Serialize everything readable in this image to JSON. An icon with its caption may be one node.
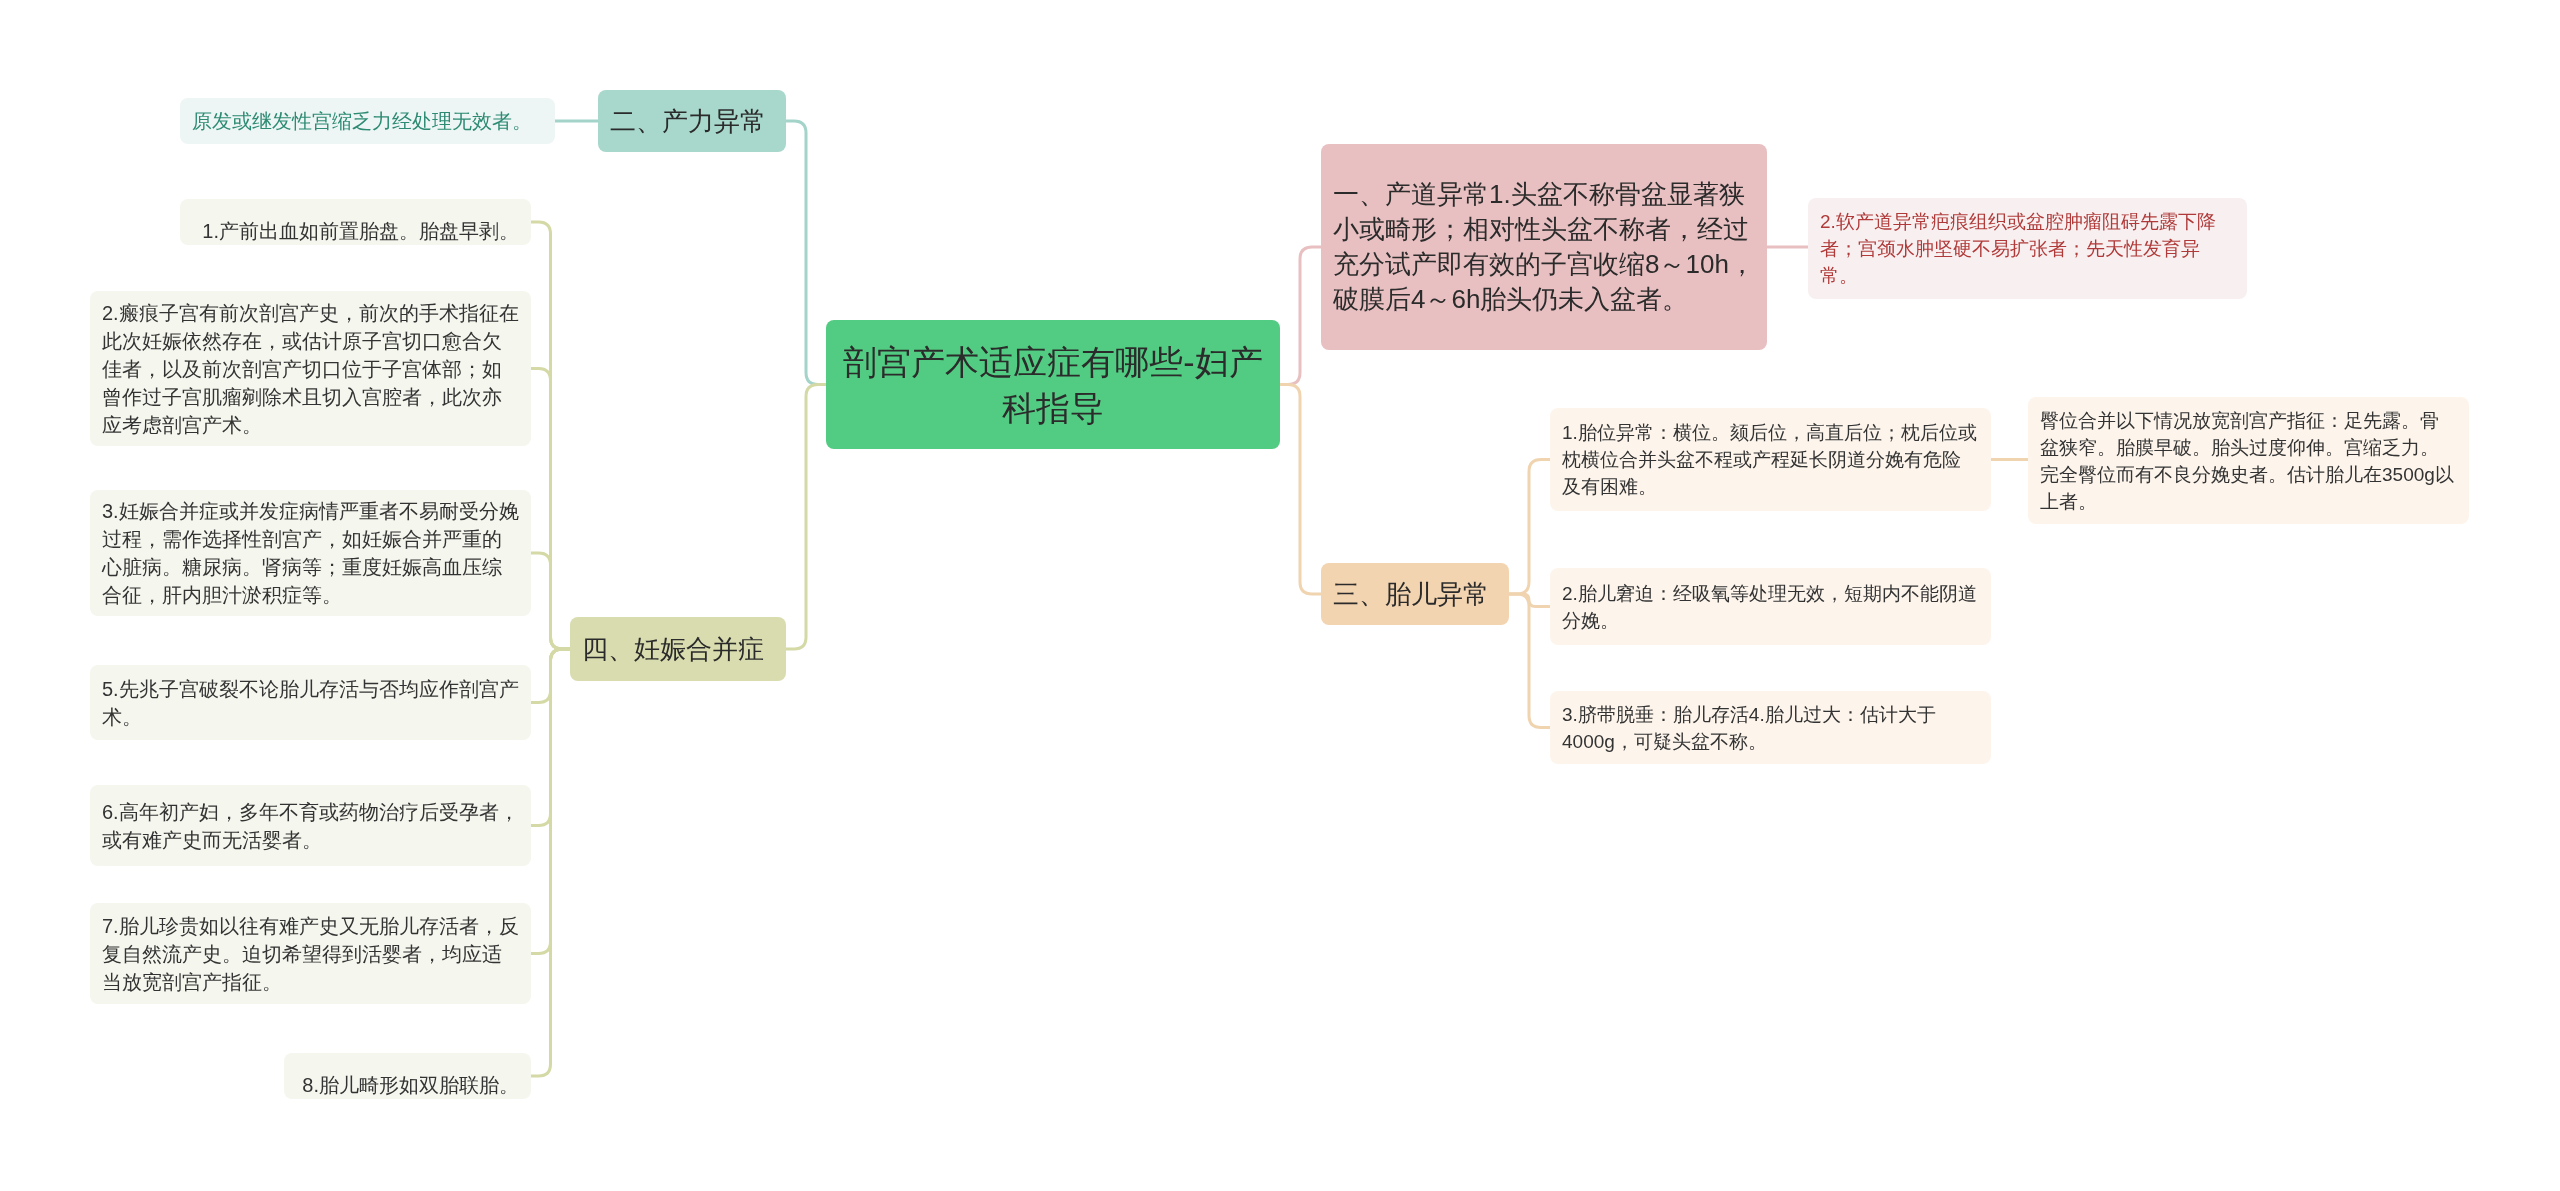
{
  "diagram": {
    "nodes": [
      {
        "text": [
          "剖宫产术适应症有哪些-妇产科指导"
        ]
      },
      {
        "text": [
          "二、产力异常"
        ]
      },
      {
        "text": [
          "原发或继发性宫缩乏力经处理无效者。"
        ]
      },
      {
        "text": [
          "四、妊娠合并症"
        ]
      },
      {
        "text": [
          "1.产前出血如前置胎盘。胎盘早剥。"
        ]
      },
      {
        "text": [
          "2.瘢痕子宫有前次剖宫产史，前次的手术指征在此次妊娠依然存在，或估计原子宫切口愈合欠佳者，以及前次剖宫产切口位于子宫体部；如曾作过子宫肌瘤剜除术且切入宫腔者，此次亦应考虑剖宫产术。"
        ]
      },
      {
        "text": [
          "3.妊娠合并症或并发症病情严重者不易耐受分娩过程，需作选择性剖宫产，如妊娠合并严重的心脏病。糖尿病。肾病等；重度妊娠高血压综合征，肝内胆汁淤积症等。"
        ]
      },
      {
        "text": [
          "5.先兆子宫破裂不论胎儿存活与否均应作剖宫产术。"
        ]
      },
      {
        "text": [
          "6.高年初产妇，多年不育或药物治疗后受孕者，或有难产史而无活婴者。"
        ]
      },
      {
        "text": [
          "7.胎儿珍贵如以往有难产史又无胎儿存活者，反复自然流产史。迫切希望得到活婴者，均应适当放宽剖宫产指征。"
        ]
      },
      {
        "text": [
          "8.胎儿畸形如双胎联胎。"
        ]
      },
      {
        "text": [
          "一、产道异常1.头盆不称骨盆显著狭小或畸形；相对性头盆不称者，经过充分试产即有效的子宫收缩8～10h，破膜后4～6h胎头仍未入盆者。"
        ]
      },
      {
        "text": [
          "2.软产道异常疤痕组织或盆腔肿瘤阻碍先露下降者；宫颈水肿坚硬不易扩张者；先天性发育异常。"
        ]
      },
      {
        "text": [
          "三、胎儿异常"
        ]
      },
      {
        "text": [
          "1.胎位异常：横位。颏后位，高直后位；枕后位或枕横位合并头盆不程或产程延长阴道分娩有危险及有困难。"
        ]
      },
      {
        "text": [
          "臀位合并以下情况放宽剖宫产指征：足先露。骨盆狭窄。胎膜早破。胎头过度仰伸。宫缩乏力。完全臀位而有不良分娩史者。估计胎儿在3500g以上者。"
        ]
      },
      {
        "text": [
          "2.胎儿窘迫：经吸氧等处理无效，短期内不能阴道分娩。"
        ]
      },
      {
        "text": [
          "3.脐带脱垂：胎儿存活4.胎儿过大：估计大于4000g，可疑头盆不称。"
        ]
      }
    ],
    "edges": [
      {
        "from": 0,
        "to": 1,
        "arrow": "none",
        "color": "#a3d3c9"
      },
      {
        "from": 1,
        "to": 2,
        "arrow": "none",
        "color": "#a3d3c9"
      },
      {
        "from": 0,
        "to": 3,
        "arrow": "none",
        "color": "#d4d9a6"
      },
      {
        "from": 3,
        "to": 4,
        "arrow": "none",
        "color": "#d4d9a6"
      },
      {
        "from": 3,
        "to": 5,
        "arrow": "none",
        "color": "#d4d9a6"
      },
      {
        "from": 3,
        "to": 6,
        "arrow": "none",
        "color": "#d4d9a6"
      },
      {
        "from": 3,
        "to": 7,
        "arrow": "none",
        "color": "#d4d9a6"
      },
      {
        "from": 3,
        "to": 8,
        "arrow": "none",
        "color": "#d4d9a6"
      },
      {
        "from": 3,
        "to": 9,
        "arrow": "none",
        "color": "#d4d9a6"
      },
      {
        "from": 3,
        "to": 10,
        "arrow": "none",
        "color": "#d4d9a6"
      },
      {
        "from": 0,
        "to": 11,
        "arrow": "none",
        "color": "#e8c0c2"
      },
      {
        "from": 11,
        "to": 12,
        "arrow": "none",
        "color": "#e8c0c2"
      },
      {
        "from": 0,
        "to": 13,
        "arrow": "none",
        "color": "#f0d4b0"
      },
      {
        "from": 13,
        "to": 14,
        "arrow": "none",
        "color": "#f0d4b0"
      },
      {
        "from": 14,
        "to": 15,
        "arrow": "none",
        "color": "#f0d4b0"
      },
      {
        "from": 13,
        "to": 16,
        "arrow": "none",
        "color": "#f0d4b0"
      },
      {
        "from": 13,
        "to": 17,
        "arrow": "none",
        "color": "#f0d4b0"
      }
    ]
  }
}
